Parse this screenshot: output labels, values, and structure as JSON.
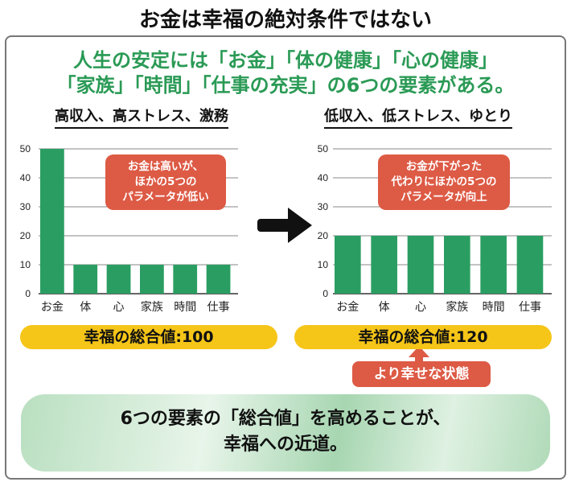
{
  "title": "お金は幸福の絶対条件ではない",
  "headline": [
    "人生の安定には「お金」「体の健康」「心の健康」",
    "「家族」「時間」「仕事の充実」の6つの要素がある。"
  ],
  "left": {
    "subtitle": "高収入、高ストレス、激務",
    "callout": [
      "お金は高いが、",
      "ほかの5つの",
      "パラメータが低い"
    ],
    "total": "幸福の総合値:100"
  },
  "right": {
    "subtitle": "低収入、低ストレス、ゆとり",
    "callout": [
      "お金が下がった",
      "代わりにほかの5つの",
      "パラメータが向上"
    ],
    "total": "幸福の総合値:120",
    "badge": "より幸せな状態"
  },
  "bottom": [
    "6つの要素の「総合値」を高めることが、",
    "幸福への近道。"
  ],
  "colors": {
    "bar": "#2a9e62",
    "accent": "#dd5a45",
    "pill": "#f5c518"
  },
  "chart_data": [
    {
      "type": "bar",
      "categories": [
        "お金",
        "体",
        "心",
        "家族",
        "時間",
        "仕事"
      ],
      "values": [
        50,
        10,
        10,
        10,
        10,
        10
      ],
      "ylim": [
        0,
        50
      ],
      "yticks": [
        0,
        10,
        20,
        30,
        40,
        50
      ],
      "grid": true
    },
    {
      "type": "bar",
      "categories": [
        "お金",
        "体",
        "心",
        "家族",
        "時間",
        "仕事"
      ],
      "values": [
        20,
        20,
        20,
        20,
        20,
        20
      ],
      "ylim": [
        0,
        50
      ],
      "yticks": [
        0,
        10,
        20,
        30,
        40,
        50
      ],
      "grid": true
    }
  ]
}
